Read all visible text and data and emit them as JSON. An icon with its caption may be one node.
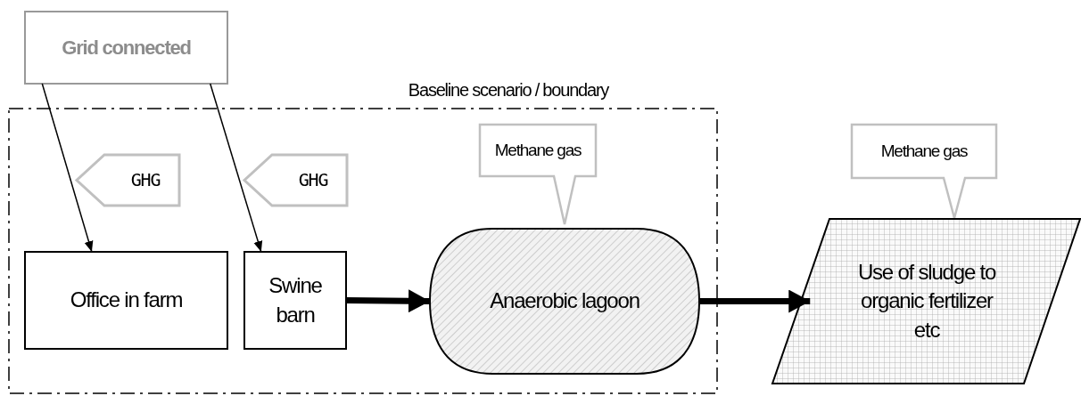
{
  "diagram": {
    "nodes": [
      {
        "text": [
          "Grid connected"
        ]
      },
      {
        "text": [
          "Baseline scenario / boundary"
        ]
      },
      {
        "text": [
          "GHG"
        ],
        "in": 1
      },
      {
        "text": [
          "GHG"
        ],
        "in": 1
      },
      {
        "text": [
          "Methane gas"
        ],
        "in": 1
      },
      {
        "text": [
          "Office in farm"
        ],
        "in": 1
      },
      {
        "text": [
          "Swine barn"
        ],
        "in": 1
      },
      {
        "text": [
          "Anaerobic lagoon"
        ],
        "in": 1
      },
      {
        "text": [
          "Methane gas"
        ]
      },
      {
        "text": [
          "Use of sludge to organic fertilizer etc"
        ]
      }
    ],
    "edges": [
      {
        "from": 0,
        "to": 5,
        "arrow": "to"
      },
      {
        "from": 0,
        "to": 6,
        "arrow": "to"
      },
      {
        "from": 6,
        "to": 7,
        "arrow": "to",
        "style": "thick"
      },
      {
        "from": 7,
        "to": 9,
        "arrow": "to",
        "style": "thick"
      }
    ]
  }
}
